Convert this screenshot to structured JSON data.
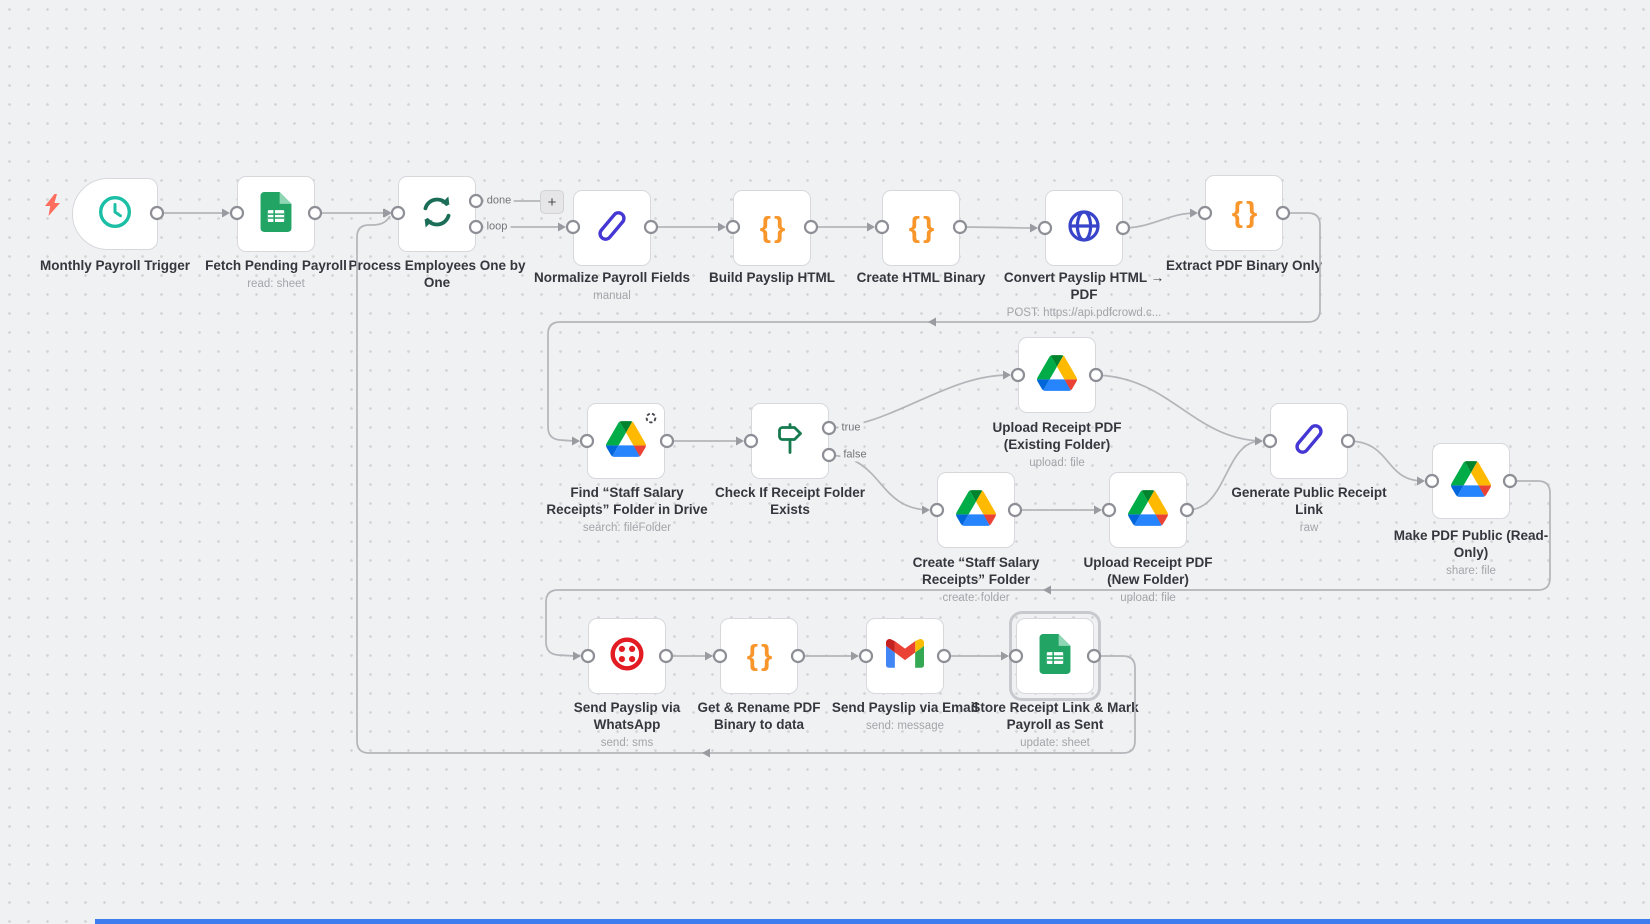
{
  "app": {
    "name": "workflow-canvas"
  },
  "icons": {
    "code_glyph": "{}",
    "plus_glyph": "+"
  },
  "connections": {
    "done_label": "done",
    "loop_label": "loop",
    "true_label": "true",
    "false_label": "false"
  },
  "nodes": [
    {
      "label": "Monthly Payroll Trigger",
      "subtitle": "",
      "icon": "clock",
      "type": "trigger"
    },
    {
      "label": "Fetch Pending Payroll",
      "subtitle": "read: sheet",
      "icon": "google-sheets"
    },
    {
      "label": "Process Employees One by One",
      "subtitle": "",
      "icon": "loop",
      "outputs": [
        "done",
        "loop"
      ]
    },
    {
      "label": "Normalize Payroll Fields",
      "subtitle": "manual",
      "icon": "pencil"
    },
    {
      "label": "Build Payslip HTML",
      "subtitle": "",
      "icon": "code"
    },
    {
      "label": "Create HTML Binary",
      "subtitle": "",
      "icon": "code"
    },
    {
      "label": "Convert Payslip HTML → PDF",
      "subtitle": "POST: https://api.pdfcrowd.c...",
      "icon": "globe"
    },
    {
      "label": "Extract PDF Binary Only",
      "subtitle": "",
      "icon": "code"
    },
    {
      "label": "Find “Staff Salary Receipts” Folder in Drive",
      "subtitle": "search: fileFolder",
      "icon": "google-drive",
      "badge": "spinner"
    },
    {
      "label": "Check If Receipt Folder Exists",
      "subtitle": "",
      "icon": "signpost",
      "outputs": [
        "true",
        "false"
      ]
    },
    {
      "label": "Upload Receipt PDF (Existing Folder)",
      "subtitle": "upload: file",
      "icon": "google-drive"
    },
    {
      "label": "Create “Staff Salary Receipts” Folder",
      "subtitle": "create: folder",
      "icon": "google-drive"
    },
    {
      "label": "Upload Receipt PDF (New Folder)",
      "subtitle": "upload: file",
      "icon": "google-drive"
    },
    {
      "label": "Generate Public Receipt Link",
      "subtitle": "raw",
      "icon": "pencil"
    },
    {
      "label": "Make PDF Public (Read-Only)",
      "subtitle": "share: file",
      "icon": "google-drive"
    },
    {
      "label": "Send Payslip via WhatsApp",
      "subtitle": "send: sms",
      "icon": "twilio"
    },
    {
      "label": "Get & Rename PDF Binary to data",
      "subtitle": "",
      "icon": "code"
    },
    {
      "label": "Send Payslip via Email",
      "subtitle": "send: message",
      "icon": "gmail"
    },
    {
      "label": "Store Receipt Link & Mark Payroll as Sent",
      "subtitle": "update: sheet",
      "icon": "google-sheets",
      "selected": true
    }
  ]
}
